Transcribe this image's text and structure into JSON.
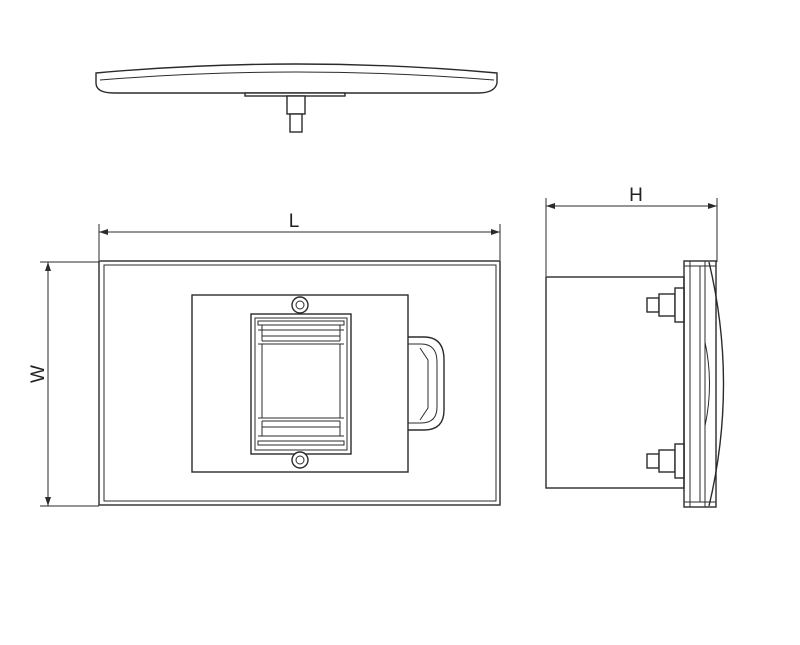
{
  "dimensions": {
    "length_label": "L",
    "width_label": "W",
    "height_label": "H"
  },
  "colors": {
    "line": "#2b2b2b",
    "background": "#ffffff"
  }
}
